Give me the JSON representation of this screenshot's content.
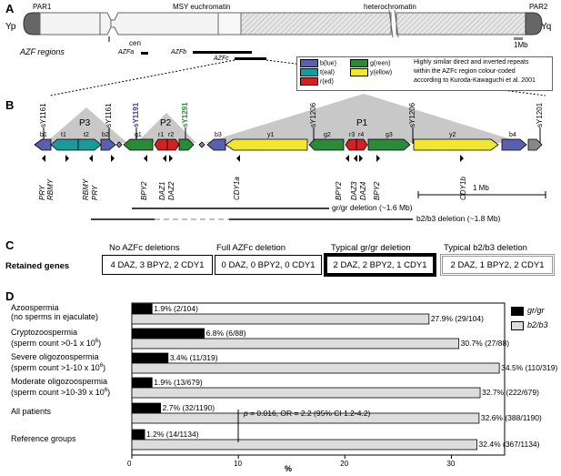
{
  "panelA": {
    "label": "A",
    "yp": "Yp",
    "yq": "Yq",
    "par1": "PAR1",
    "par2": "PAR2",
    "msy": "MSY euchromatin",
    "hetero": "heterochromatin",
    "cen": "cen",
    "scale": "1Mb",
    "azf_regions": "AZF regions",
    "azfa": "AZFa",
    "azfb": "AZFb",
    "azfc": "AZFc",
    "legend": {
      "b": "b(lue)",
      "t": "t(eal)",
      "r": "r(ed)",
      "g": "g(reen)",
      "y": "y(ellow)",
      "text1": "Highly similar direct and inverted repeats",
      "text2": "within the AZFc region colour-coded",
      "text3": "according to Kuroda-Kawaguchi et al. 2001"
    },
    "colors": {
      "b": "#5b5fb0",
      "t": "#1a9a9a",
      "r": "#d32020",
      "g": "#2a8a3a",
      "y": "#f0e830",
      "grey": "#888888"
    }
  },
  "panelB": {
    "label": "B",
    "p3": "P3",
    "p2": "P2",
    "p1": "P1",
    "markers": [
      "sY1161",
      "sY1161",
      "sY1191",
      "sY1291",
      "sY1206",
      "sY1206",
      "sY1201"
    ],
    "segments": [
      "b1",
      "t1",
      "t2",
      "b2",
      "g1",
      "r1",
      "r2",
      "b3",
      "y1",
      "g2",
      "r3",
      "r4",
      "g3",
      "y2",
      "b4"
    ],
    "genes": [
      "PRY",
      "RBMY",
      "RBMY",
      "PRY",
      "BPY2",
      "DAZ1",
      "DAZ2",
      "CDY1a",
      "BPY2",
      "DAZ3",
      "DAZ4",
      "BPY2",
      "CDY1b"
    ],
    "scale": "1 Mb",
    "grgr": "gr/gr deletion (~1.6 Mb)",
    "b2b3": "b2/b3 deletion (~1.8 Mb)"
  },
  "panelC": {
    "label": "C",
    "retained": "Retained genes",
    "headers": [
      "No AZFc deletions",
      "Full AZFc deletion",
      "Typical gr/gr deletion",
      "Typical b2/b3 deletion"
    ],
    "values": [
      "4 DAZ, 3 BPY2, 2 CDY1",
      "0 DAZ, 0 BPY2, 0 CDY1",
      "2 DAZ, 2 BPY2, 1 CDY1",
      "2 DAZ, 1 BPY2, 2 CDY1"
    ]
  },
  "panelD": {
    "label": "D",
    "legend_grgr": "gr/gr",
    "legend_b2b3": "b2/b3",
    "xlabel": "%",
    "stat": "p = 0.016, OR = 2.2 (95% CI 1.2-4.2)"
  },
  "chart_data": {
    "type": "bar",
    "categories": [
      "Azoospermia (no sperms in ejaculate)",
      "Cryptozoospermia (sperm count >0-1 x 10^6)",
      "Severe oligozoospermia (sperm count >1-10 x 10^6)",
      "Moderate oligozoospermia (sperm count >10-39 x 10^6)",
      "All patients",
      "Reference groups"
    ],
    "series": [
      {
        "name": "gr/gr",
        "values": [
          1.9,
          6.8,
          3.4,
          1.9,
          2.7,
          1.2
        ],
        "labels": [
          "1.9% (2/104)",
          "6.8% (6/88)",
          "3.4% (11/319)",
          "1.9% (13/679)",
          "2.7% (32/1190)",
          "1.2% (14/1134)"
        ],
        "color": "#000000"
      },
      {
        "name": "b2/b3",
        "values": [
          27.9,
          30.7,
          34.5,
          32.7,
          32.6,
          32.4
        ],
        "labels": [
          "27.9% (29/104)",
          "30.7% (27/88)",
          "34.5% (110/319)",
          "32.7% (222/679)",
          "32.6% (388/1190)",
          "32.4% (367/1134)"
        ],
        "color": "#dddddd"
      }
    ],
    "xlim": [
      0,
      35
    ],
    "ticks": [
      0,
      10,
      20,
      30
    ],
    "xlabel": "%"
  }
}
